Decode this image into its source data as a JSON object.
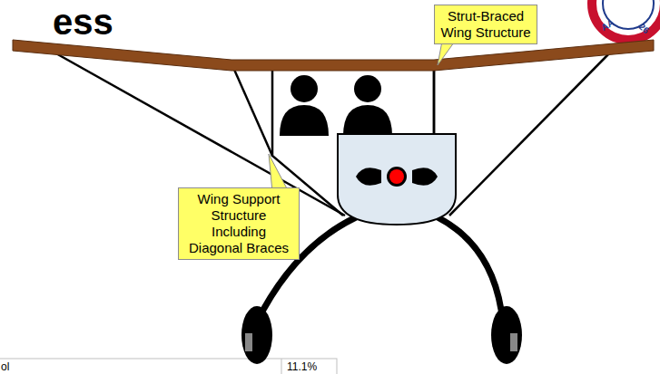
{
  "diagram": {
    "title": "ess",
    "nodes": [
      {
        "text": [
          "Strut-Braced Wing Structure"
        ]
      },
      {
        "text": [
          "Wing Support Structure Including Diagonal Braces"
        ]
      }
    ],
    "labels": [
      "ol",
      "11.1%",
      "AA",
      "26"
    ]
  }
}
